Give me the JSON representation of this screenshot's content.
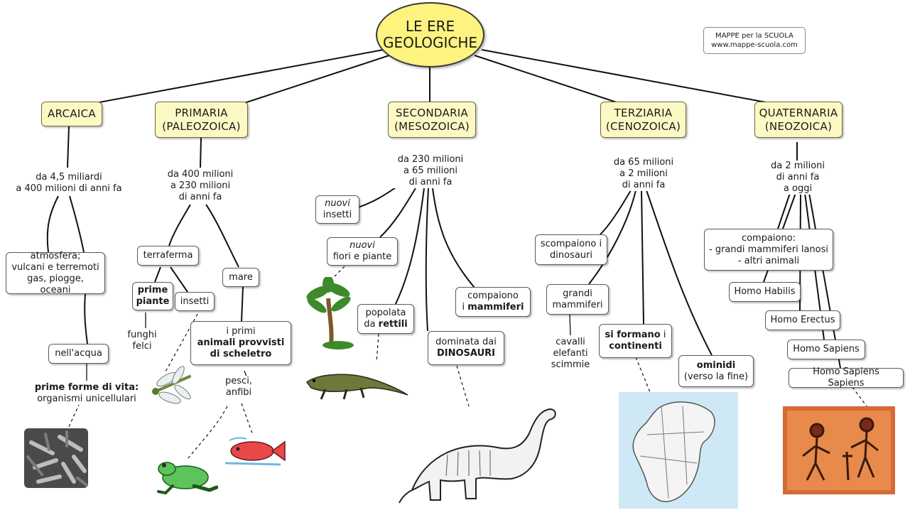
{
  "title": {
    "line1": "LE ERE",
    "line2": "GEOLOGICHE"
  },
  "credit": {
    "line1": "MAPPE per la SCUOLA",
    "line2": "www.mappe-scuola.com"
  },
  "eras": {
    "arcaica": {
      "label": "ARCAICA"
    },
    "primaria": {
      "line1": "PRIMARIA",
      "line2": "(PALEOZOICA)"
    },
    "secondaria": {
      "line1": "SECONDARIA",
      "line2": "(MESOZOICA)"
    },
    "terziaria": {
      "line1": "TERZIARIA",
      "line2": "(CENOZOICA)"
    },
    "quaternaria": {
      "line1": "QUATERNARIA",
      "line2": "(NEOZOICA)"
    }
  },
  "arcaica": {
    "dates": {
      "line1": "da 4,5 miliardi",
      "line2": "a 400 milioni di anni fa"
    },
    "atmosfera": {
      "line1": "atmosfera;",
      "line2": "vulcani e terremoti",
      "line3": "gas, piogge, oceani"
    },
    "acqua": "nell'acqua",
    "forme": {
      "bold": "prime forme di vita:",
      "line2": "organismi unicellulari"
    }
  },
  "primaria": {
    "dates": {
      "line1": "da 400 milioni",
      "line2": "a 230 milioni",
      "line3": "di anni fa"
    },
    "terraferma": "terraferma",
    "prime_piante": {
      "line1": "prime",
      "line2": "piante"
    },
    "insetti": "insetti",
    "funghi": {
      "line1": "funghi",
      "line2": "felci"
    },
    "mare": "mare",
    "animali": {
      "line1": "i primi",
      "line2": "animali provvisti",
      "line3": "di scheletro"
    },
    "pesci": {
      "line1": "pesci,",
      "line2": "anfibi"
    }
  },
  "secondaria": {
    "dates": {
      "line1": "da 230 milioni",
      "line2": "a 65 milioni",
      "line3": "di anni fa"
    },
    "nuovi_insetti": {
      "line1": "nuovi",
      "line2": "insetti"
    },
    "nuovi_fiori": {
      "line1": "nuovi",
      "line2": "fiori e piante"
    },
    "rettili": {
      "line1": "popolata",
      "pre": "da ",
      "bold": "rettili"
    },
    "dinosauri": {
      "line1": "dominata dai",
      "bold": "DINOSAURI"
    },
    "mammiferi": {
      "line1": "compaiono",
      "pre": "i ",
      "bold": "mammiferi"
    }
  },
  "terziaria": {
    "dates": {
      "line1": "da 65 milioni",
      "line2": "a 2 milioni",
      "line3": "di anni fa"
    },
    "scompaiono": {
      "line1": "scompaiono i",
      "line2": "dinosauri"
    },
    "grandi": {
      "line1": "grandi",
      "line2": "mammiferi"
    },
    "cavalli": {
      "line1": "cavalli",
      "line2": "elefanti",
      "line3": "scimmie"
    },
    "continenti": {
      "bold1": "si formano",
      "rest1": " i",
      "bold2": "continenti"
    },
    "ominidi": {
      "bold": "ominidi",
      "line2": "(verso la fine)"
    }
  },
  "quaternaria": {
    "dates": {
      "line1": "da 2 milioni",
      "line2": "di anni fa",
      "line3": "a oggi"
    },
    "compaiono": {
      "line1": "compaiono:",
      "line2": "- grandi mammiferi lanosi",
      "line3": "- altri animali"
    },
    "habilis": "Homo Habilis",
    "erectus": "Homo Erectus",
    "sapiens": "Homo Sapiens",
    "sapiens_sapiens": "Homo Sapiens Sapiens"
  },
  "colors": {
    "era_fill": "#fdf9c4",
    "title_fill": "#fdf37e",
    "line": "#111111"
  }
}
